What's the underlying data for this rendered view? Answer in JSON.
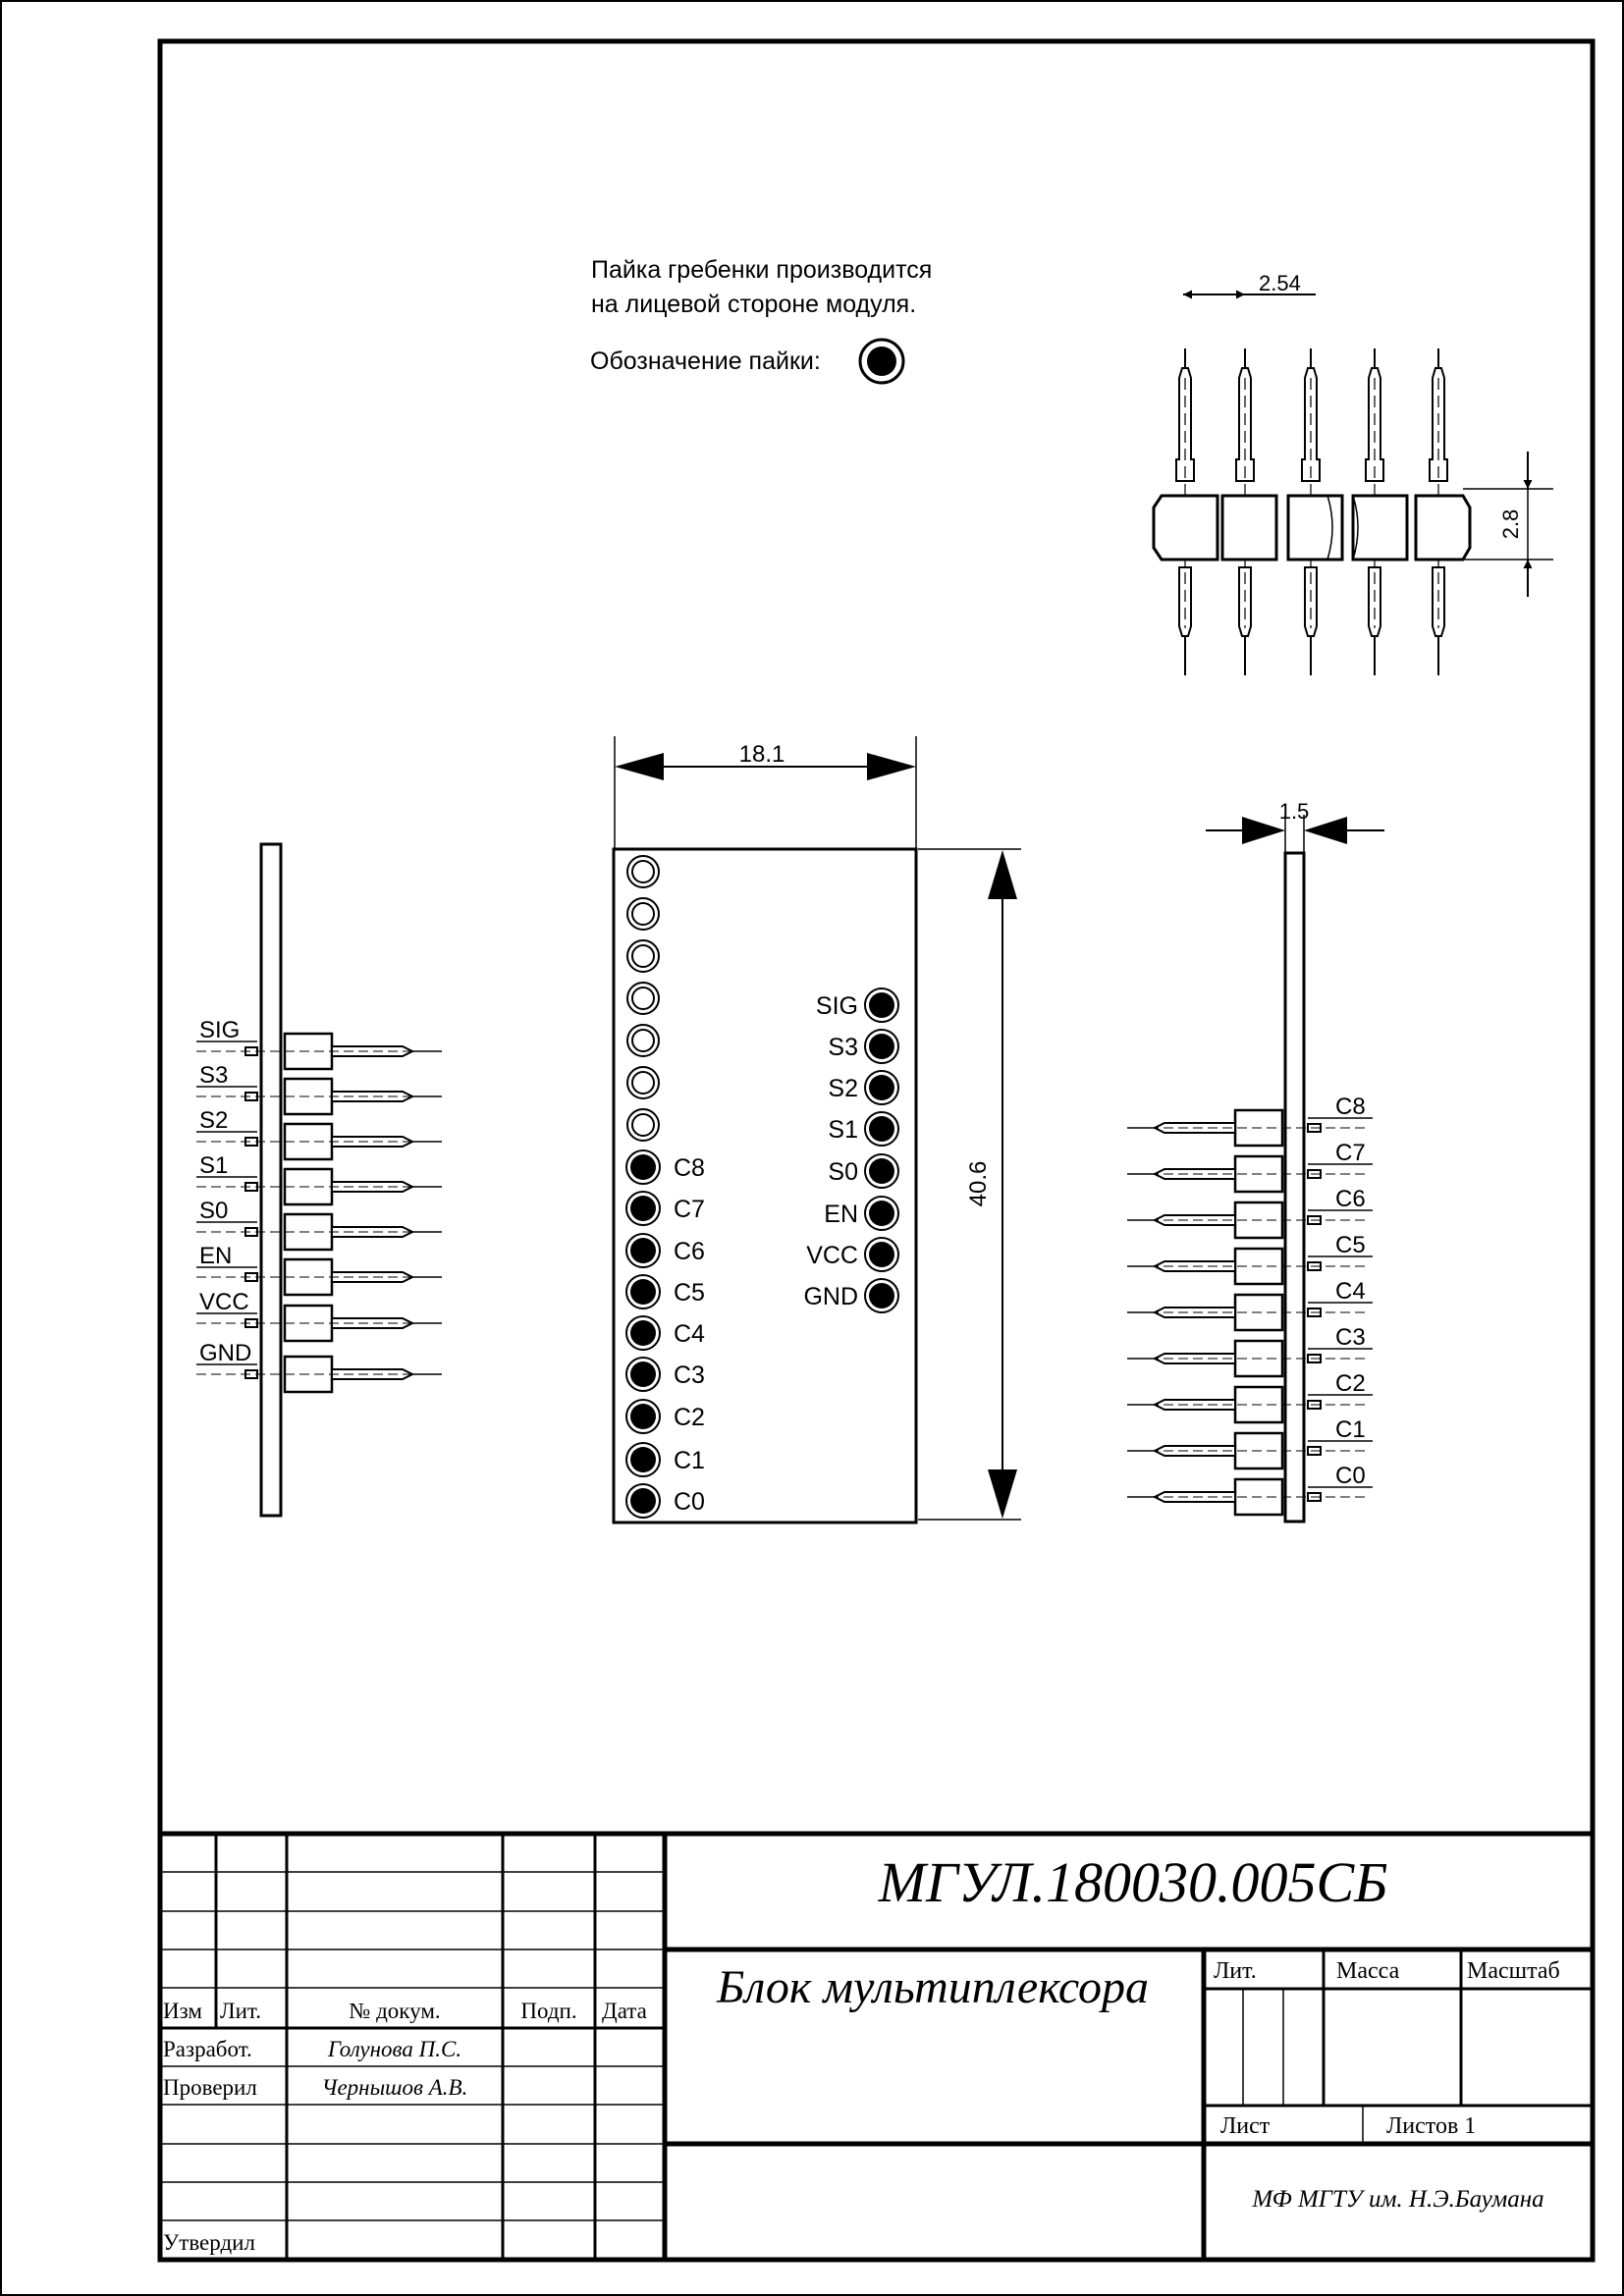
{
  "notes": {
    "line1": "Пайка гребенки производится",
    "line2": "на лицевой стороне модуля.",
    "legend_label": "Обозначение пайки:"
  },
  "dimensions": {
    "pitch": "2.54",
    "header_height": "2.8",
    "board_width": "18.1",
    "board_length": "40.6",
    "board_thickness": "1.5"
  },
  "pins": {
    "right_column": [
      "SIG",
      "S3",
      "S2",
      "S1",
      "S0",
      "EN",
      "VCC",
      "GND"
    ],
    "left_column": [
      "C8",
      "C7",
      "C6",
      "C5",
      "C4",
      "C3",
      "C2",
      "C1",
      "C0"
    ],
    "empty_hole_count": 7,
    "left_side_view": [
      "SIG",
      "S3",
      "S2",
      "S1",
      "S0",
      "EN",
      "VCC",
      "GND"
    ],
    "right_side_view": [
      "C8",
      "C7",
      "C6",
      "C5",
      "C4",
      "C3",
      "C2",
      "C1",
      "C0"
    ]
  },
  "title_block": {
    "designation": "МГУЛ.180030.005СБ",
    "title": "Блок мультиплексора",
    "col_izm": "Изм",
    "col_lit": "Лит.",
    "col_doc": "№ докум.",
    "col_sign": "Подп.",
    "col_date": "Дата",
    "developed_label": "Разработ.",
    "developer": "Голунова П.С.",
    "checked_label": "Проверил",
    "checker": "Чернышов А.В.",
    "approved_label": "Утвердил",
    "lit_header": "Лит.",
    "mass_header": "Масса",
    "scale_header": "Масштаб",
    "sheet_label": "Лист",
    "sheets_label": "Листов 1",
    "organization": "МФ МГТУ им. Н.Э.Баумана"
  }
}
